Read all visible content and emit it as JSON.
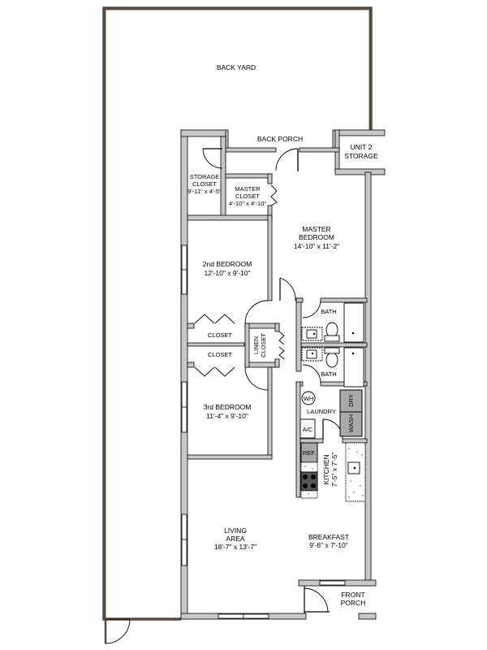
{
  "plan": {
    "outdoor": {
      "back_yard": "BACK YARD",
      "back_porch": "BACK PORCH",
      "front_porch_1": "FRONT",
      "front_porch_2": "PORCH"
    },
    "rooms": {
      "unit2_storage_1": "UNIT 2",
      "unit2_storage_2": "STORAGE",
      "storage_closet_1": "STORAGE",
      "storage_closet_2": "CLOSET",
      "storage_closet_dim": "9'-11\" x 4'-5\"",
      "master_closet_1": "MASTER",
      "master_closet_2": "CLOSET",
      "master_closet_dim": "4'-10\" x 4'-10\"",
      "master_bedroom_1": "MASTER",
      "master_bedroom_2": "BEDROOM",
      "master_bedroom_dim": "14'-10\" x 11'-2\"",
      "bedroom2": "2nd BEDROOM",
      "bedroom2_dim": "12'-10\" x 9'-10\"",
      "closet_a": "CLOSET",
      "closet_b": "CLOSET",
      "linen_closet_1": "LINEN",
      "linen_closet_2": "CLOSET",
      "bath_a": "BATH",
      "bath_b": "BATH",
      "bedroom3": "3rd BEDROOM",
      "bedroom3_dim": "11'-4\" x 9'-10\"",
      "laundry": "LAUNDRY",
      "wh": "WH",
      "ac": "A/C",
      "dry": "DRY",
      "wash": "WASH",
      "ref": "REF.",
      "kitchen": "KITCHEN",
      "kitchen_dim": "7'-5\" x 7'-5\"",
      "living_1": "LIVING",
      "living_2": "AREA",
      "living_dim": "18'-7\" x 13'-7\"",
      "breakfast": "BREAKFAST",
      "breakfast_dim": "9'-6\" x 7'-10\""
    },
    "colors": {
      "wall": "#c8c8c8",
      "fence": "#5a4a3e",
      "appliance": "#a9a9a9"
    }
  }
}
